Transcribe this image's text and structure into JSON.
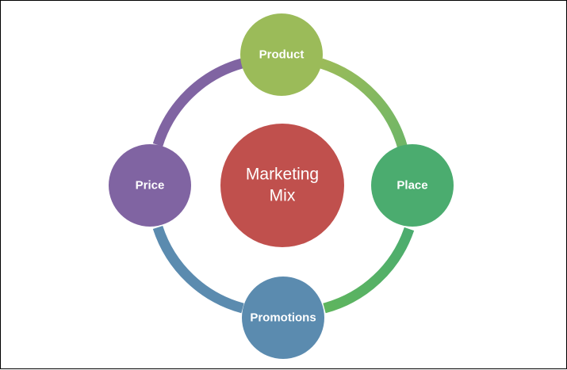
{
  "diagram": {
    "center": {
      "line1": "Marketing",
      "line2": "Mix",
      "color": "#C0504D"
    },
    "nodes": [
      {
        "id": "product",
        "label": "Product",
        "color": "#9BBB59"
      },
      {
        "id": "place",
        "label": "Place",
        "color": "#4BAC6F"
      },
      {
        "id": "promotions",
        "label": "Promotions",
        "color": "#5B8BAF"
      },
      {
        "id": "price",
        "label": "Price",
        "color": "#8064A2"
      }
    ],
    "arcs": [
      {
        "from": "product",
        "to": "place",
        "color_start": "#9BBB59",
        "color_end": "#6FB667"
      },
      {
        "from": "place",
        "to": "promotions",
        "color_start": "#4BAC6F",
        "color_end": "#5FB55E"
      },
      {
        "from": "promotions",
        "to": "price",
        "color_start": "#5B8BAF",
        "color_end": "#5B8BAF"
      },
      {
        "from": "price",
        "to": "product",
        "color_start": "#8064A2",
        "color_end": "#8064A2"
      }
    ]
  }
}
